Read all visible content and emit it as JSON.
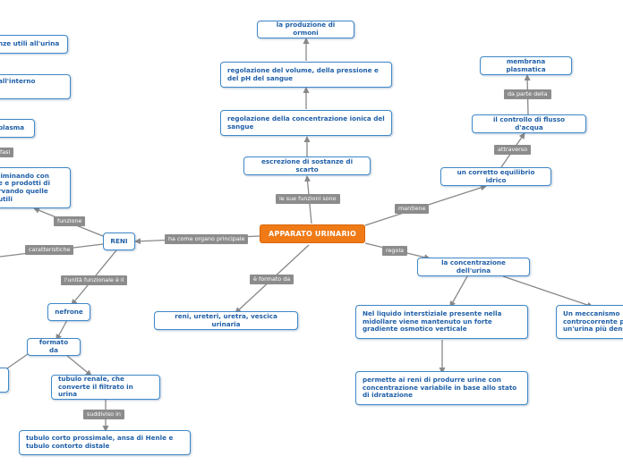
{
  "root": "APPARATO URINARIO",
  "nodes": {
    "produzione_ormoni": "la produzione di ormoni",
    "regolazione_volume": "regolazione del volume, della pressione e del pH del sangue",
    "regolazione_concentrazione": "regolazione della concentrazione ionica del sangue",
    "escrezione": "escrezione di sostanze di scarto",
    "membrana": "membrana plasmatica",
    "controllo_flusso": "il controllo di flusso d'acqua",
    "equilibrio_idrico": "un corretto equilibrio idrico",
    "sostanze_utili": "nze utili all'urina",
    "interno": "all'interno",
    "plasma": "plasma",
    "eliminando": "liminando con\ne e prodotti di\nrvando quelle utili",
    "reni": "RENI",
    "organi": "reni, ureteri, uretra, vescica urinaria",
    "nefrone": "nefrone",
    "formato_da": "formato da",
    "tubulo_renale": "tubulo renale, che converte il filtrato in urina",
    "tubulo_corto": "tubulo corto prossimale, ansa di Henle e tubulo contorto distale",
    "concentrazione_urina": "la concentrazione dell'urina",
    "liquido_interstiziale": "Nel liquido interstiziale presente nella midollare viene mantenuto un forte gradiente osmotico verticale",
    "meccanismo": "Un meccanismo\ncontrocorrente p\nun'urina più dens",
    "permette": "permette ai reni di produrre urine con concentrazione variabile in base allo stato di idratazione"
  },
  "labels": {
    "funzioni": "le sue funzioni sono",
    "mantiene": "mantiene",
    "attraverso": "attraverso",
    "da_parte_della": "da parte della",
    "organo_principale": "ha come organo principale",
    "formato_da": "è formato da",
    "regola": "regola",
    "funzione": "funzione",
    "caratteristiche": "caratteristiche",
    "unita_funzionale": "l'unità funzionale è il",
    "suddiviso_in": "suddiviso in",
    "fasi": "fasi"
  },
  "colors": {
    "root_fill": "#ef7a16",
    "node_border": "#3f88c8",
    "node_text": "#1f5fa8",
    "connector": "#888888",
    "label_fill": "#8c8c8c"
  }
}
